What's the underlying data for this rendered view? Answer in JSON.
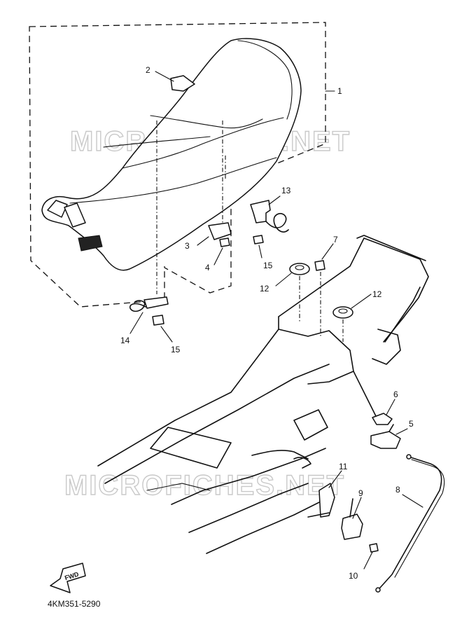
{
  "diagram": {
    "drawing_code": "4KM351-5290",
    "fwd_label": "FWD",
    "watermark_top": "MICROFICHES.NET",
    "watermark_bottom": "MICROFICHES.NET",
    "callouts": {
      "c1": "1",
      "c2": "2",
      "c3": "3",
      "c4": "4",
      "c5": "5",
      "c6": "6",
      "c7": "7",
      "c8": "8",
      "c9": "9",
      "c10": "10",
      "c11": "11",
      "c12a": "12",
      "c12b": "12",
      "c13": "13",
      "c14": "14",
      "c15a": "15",
      "c15b": "15"
    }
  }
}
